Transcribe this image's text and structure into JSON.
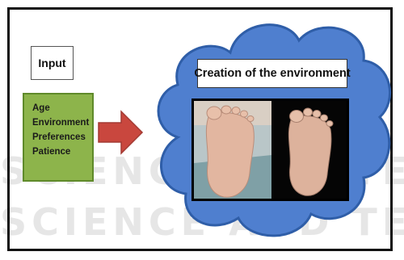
{
  "input_box": {
    "label": "Input"
  },
  "attributes": [
    "Age",
    "Environment",
    "Preferences",
    "Patience"
  ],
  "environment": {
    "title": "Creation of the environment"
  },
  "watermark": {
    "line1": "SCIENCE AND TECHNOLOGY",
    "line2": "SCIENCE AND TECHNOLOGY"
  },
  "colors": {
    "cloud_fill": "#4f7fcf",
    "cloud_stroke": "#2f5ea8",
    "attributes_fill": "#8db44b",
    "arrow_fill": "#c9473e",
    "frame": "#111111"
  },
  "images": [
    {
      "name": "foot-photo-left",
      "depicts": "sole of a foot on a light cloth"
    },
    {
      "name": "foot-photo-right",
      "depicts": "sole of a foot on black background"
    }
  ]
}
